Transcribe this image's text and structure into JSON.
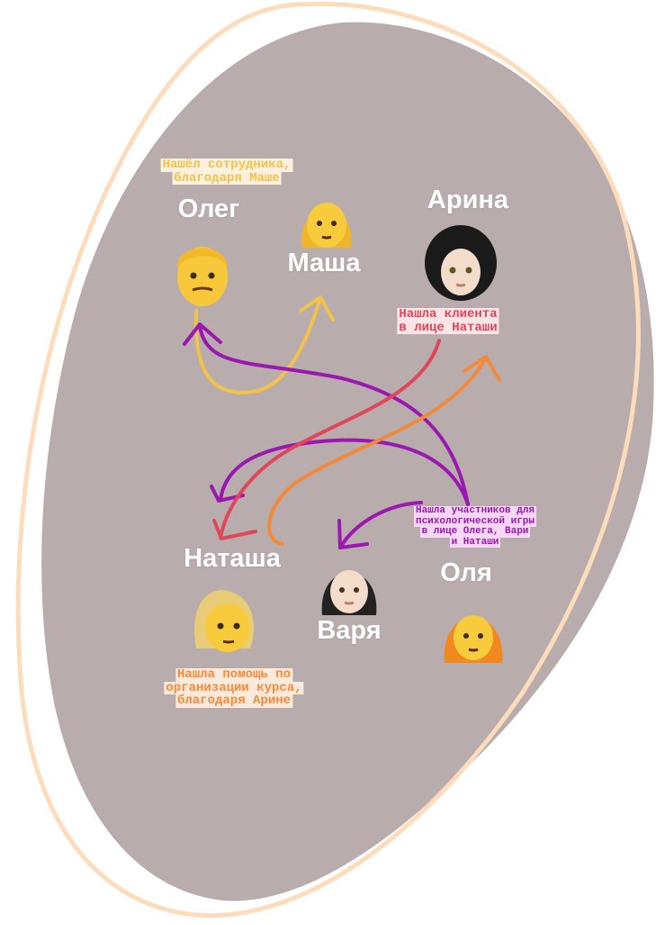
{
  "people": {
    "oleg": "Олег",
    "masha": "Маша",
    "arina": "Арина",
    "natasha": "Наташа",
    "varya": "Варя",
    "olya": "Оля"
  },
  "captions": {
    "oleg": [
      "Нашёл сотрудника,",
      "благодаря Маше"
    ],
    "arina": [
      "Нашла клиента",
      "в лице Наташи"
    ],
    "olya": [
      "Нашла участников для",
      "психологической игры",
      "в лице Олега, Вари",
      "и Наташи"
    ],
    "natasha": [
      "Нашла помощь по",
      "организации курса,",
      "благодаря Арине"
    ]
  },
  "colors": {
    "blob": "#b9acad",
    "outline": "#fddcbc",
    "yellow": "#f2c24a",
    "red": "#e0465a",
    "purple": "#9b18b0",
    "orange": "#f28a3a"
  }
}
